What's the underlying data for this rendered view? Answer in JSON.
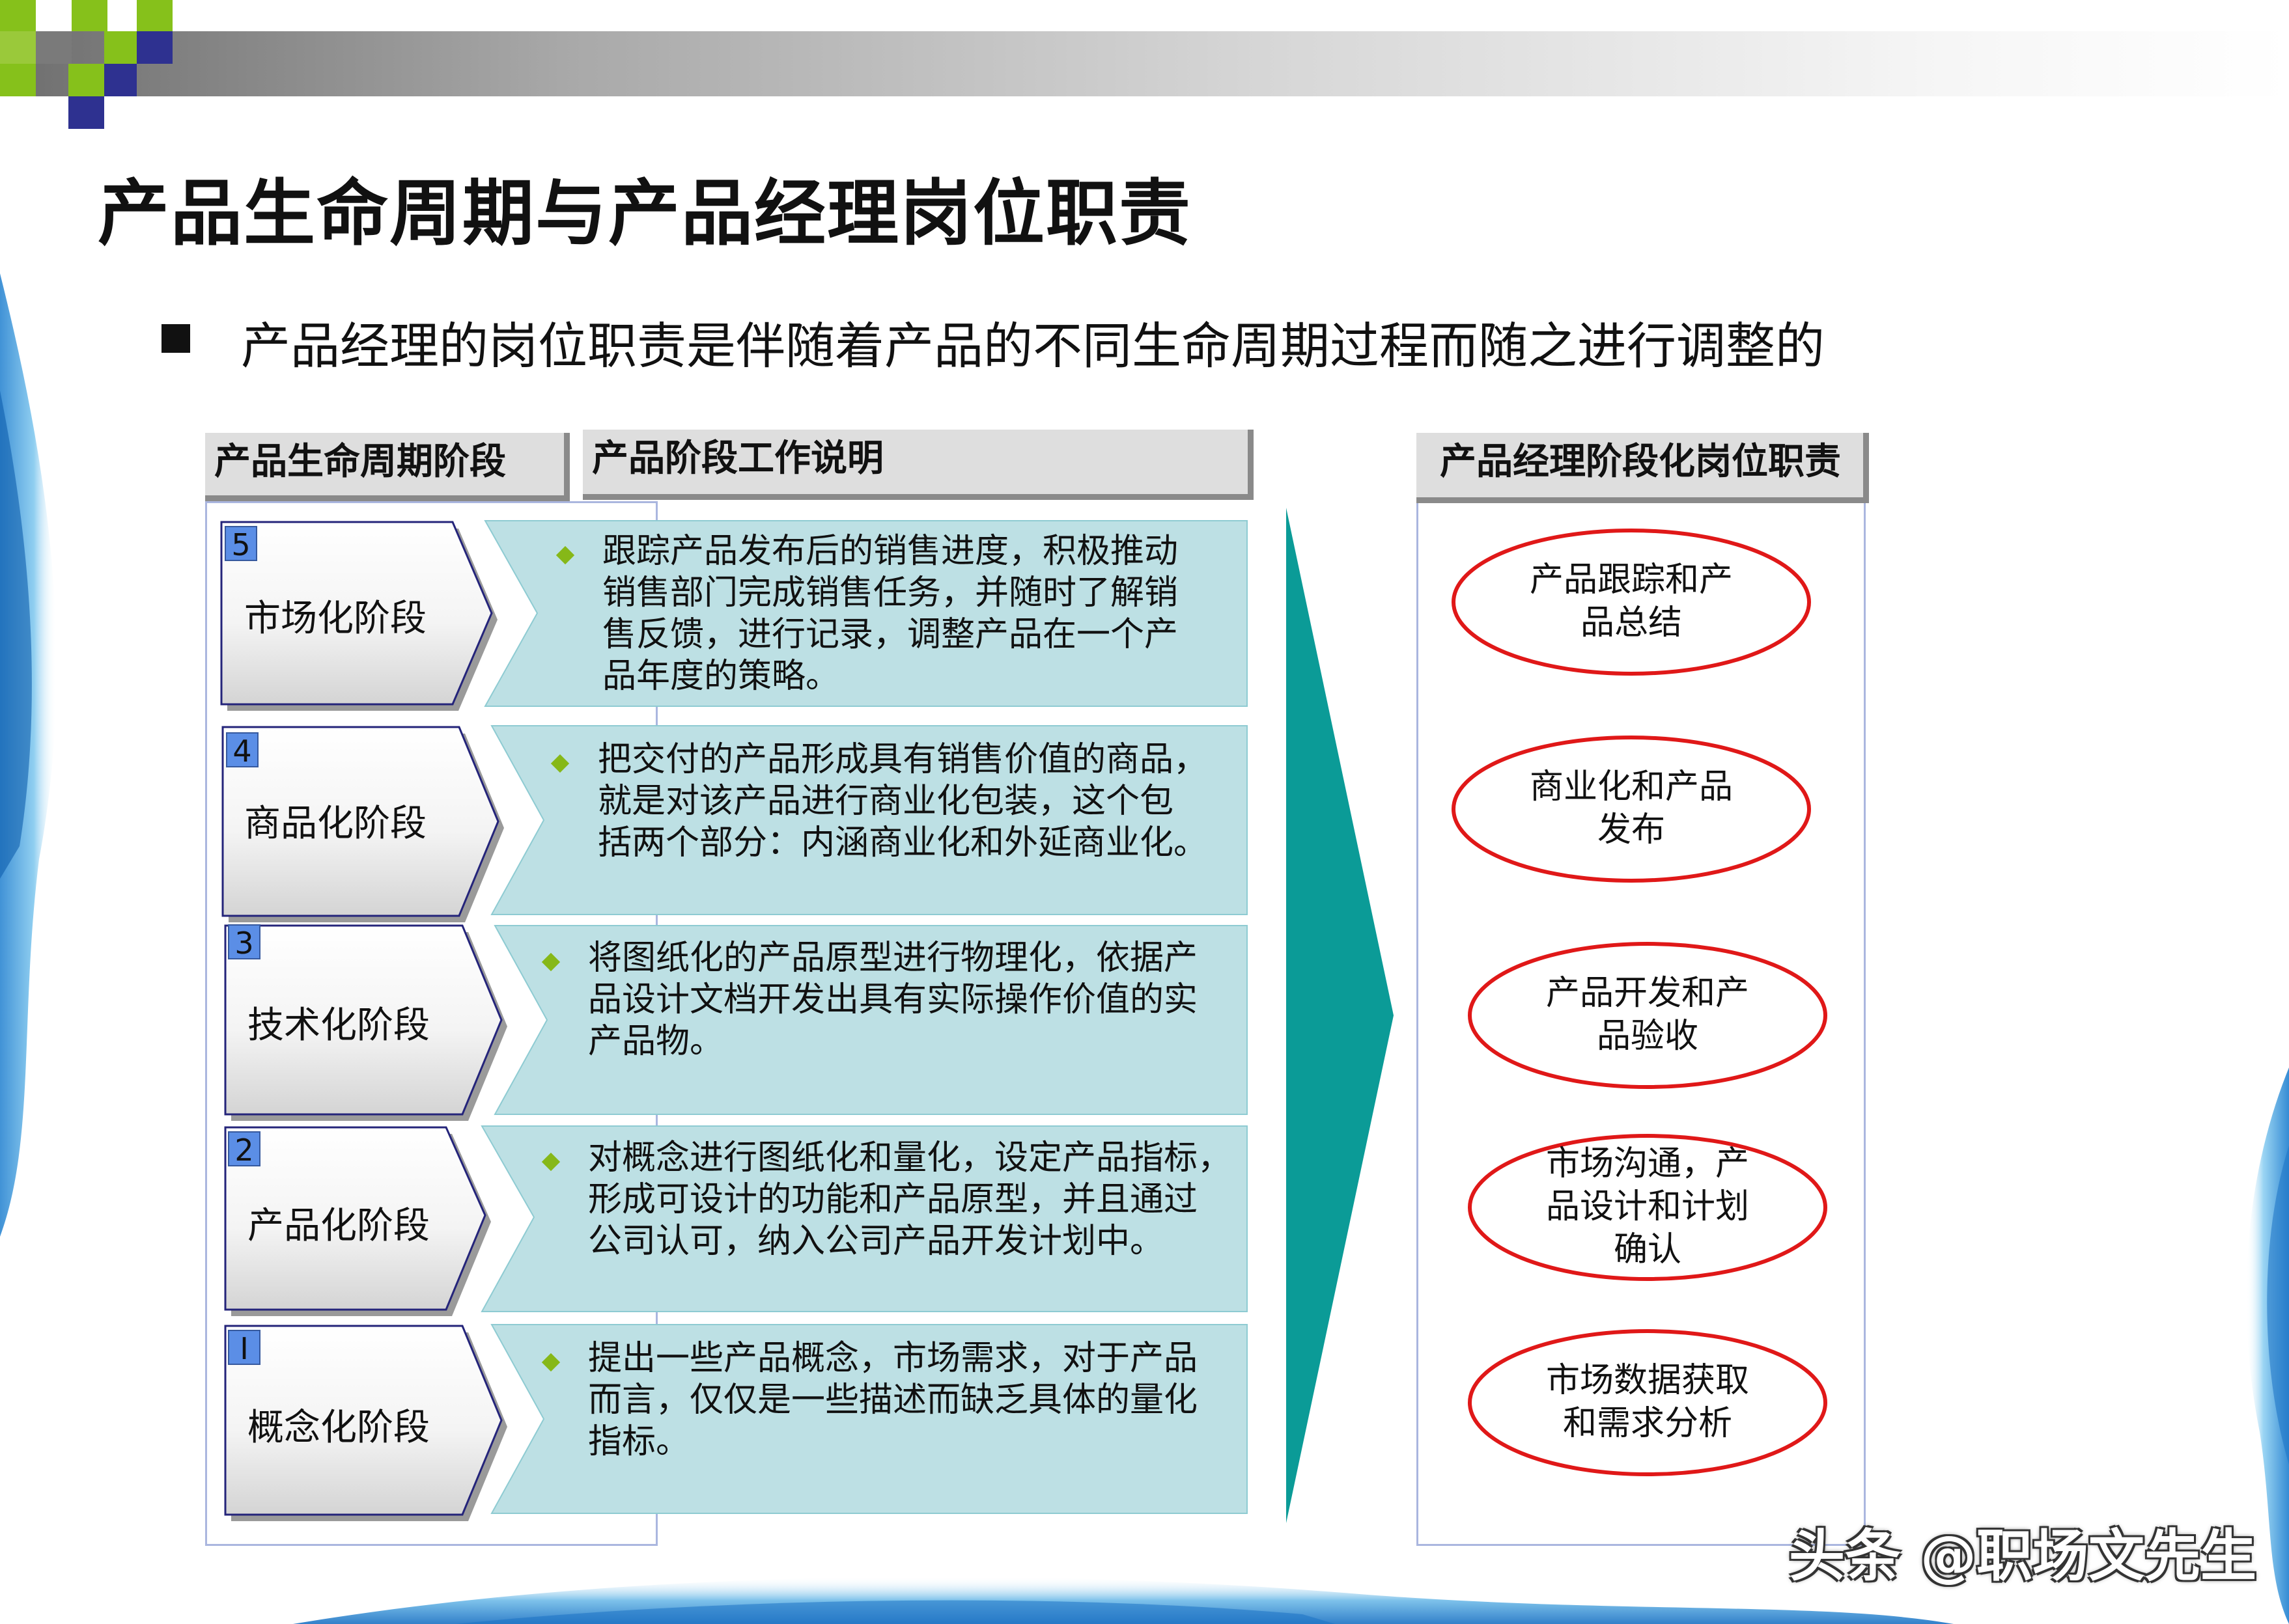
{
  "title": "产品生命周期与产品经理岗位职责",
  "subtitle": "产品经理的岗位职责是伴随着产品的不同生命周期过程而随之进行调整的",
  "headers": {
    "stage": "产品生命周期阶段",
    "work": "产品阶段工作说明",
    "duty": "产品经理阶段化岗位职责"
  },
  "stages": [
    {
      "number": "5",
      "label": "市场化阶段",
      "lines": [
        "跟踪产品发布后的销售进度，积极推动",
        "销售部门完成销售任务，并随时了解销",
        "售反馈，进行记录，调整产品在一个产",
        "品年度的策略。"
      ]
    },
    {
      "number": "4",
      "label": "商品化阶段",
      "lines": [
        "把交付的产品形成具有销售价值的商品，",
        "就是对该产品进行商业化包装，这个包",
        "括两个部分：内涵商业化和外延商业化。"
      ]
    },
    {
      "number": "3",
      "label": "技术化阶段",
      "lines": [
        "将图纸化的产品原型进行物理化，依据产",
        "品设计文档开发出具有实际操作价值的实",
        "产品物。"
      ]
    },
    {
      "number": "2",
      "label": "产品化阶段",
      "lines": [
        "对概念进行图纸化和量化，设定产品指标，",
        "形成可设计的功能和产品原型，并且通过",
        "公司认可，纳入公司产品开发计划中。"
      ]
    },
    {
      "number": "I",
      "label": "概念化阶段",
      "lines": [
        "提出一些产品概念，市场需求，对于产品",
        "而言，仅仅是一些描述而缺乏具体的量化",
        "指标。"
      ]
    }
  ],
  "duties": [
    {
      "lines": [
        "产品跟踪和产",
        "品总结"
      ]
    },
    {
      "lines": [
        "商业化和产品",
        "发布"
      ]
    },
    {
      "lines": [
        "产品开发和产",
        "品验收"
      ]
    },
    {
      "lines": [
        "市场沟通，产",
        "品设计和计划",
        "确认"
      ]
    },
    {
      "lines": [
        "市场数据获取",
        "和需求分析"
      ]
    }
  ],
  "watermark": "头条 @职场文先生",
  "colors": {
    "teal_arrow": "#0b9b97",
    "desc_fill": "#bde0e4",
    "oval_stroke": "#e01818",
    "stage_num_fill": "#5b8ee6",
    "bullet": "#86b818",
    "logo_green": "#86c11b",
    "logo_navy": "#2e3190"
  }
}
